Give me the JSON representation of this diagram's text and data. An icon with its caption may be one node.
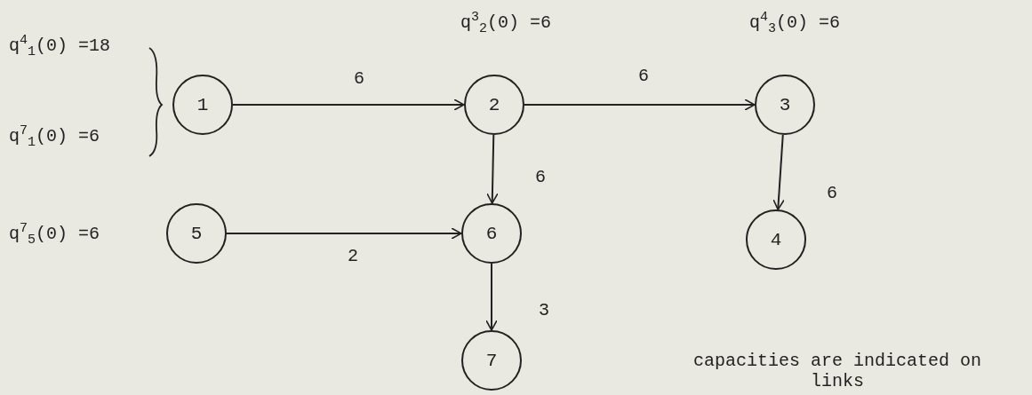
{
  "diagram": {
    "nodes": [
      {
        "text": [
          "1"
        ],
        "beside": [
          "q$^{4}$$_{1}$(0) =18",
          "q$^{7}$$_{1}$(0) =6"
        ]
      },
      {
        "text": [
          "2"
        ],
        "beside": [
          "q$^{3}$$_{2}$(0) =6"
        ]
      },
      {
        "text": [
          "3"
        ],
        "beside": [
          "q$^{4}$$_{3}$(0) =6"
        ]
      },
      {
        "text": [
          "5"
        ],
        "beside": [
          "q$^{7}$$_{5}$(0) =6"
        ]
      },
      {
        "text": [
          "6"
        ]
      },
      {
        "text": [
          "4"
        ]
      },
      {
        "text": [
          "7"
        ]
      }
    ],
    "edges": [
      {
        "from": 0,
        "to": 1,
        "arrow": "to",
        "label": "6"
      },
      {
        "from": 1,
        "to": 2,
        "arrow": "to",
        "label": "6"
      },
      {
        "from": 1,
        "to": 4,
        "arrow": "to",
        "label": "6"
      },
      {
        "from": 2,
        "to": 5,
        "arrow": "to",
        "label": "6"
      },
      {
        "from": 3,
        "to": 4,
        "arrow": "to",
        "label": "2"
      },
      {
        "from": 4,
        "to": 6,
        "arrow": "to",
        "label": "3"
      }
    ],
    "labels": [
      "capacities are indicated on links"
    ]
  }
}
